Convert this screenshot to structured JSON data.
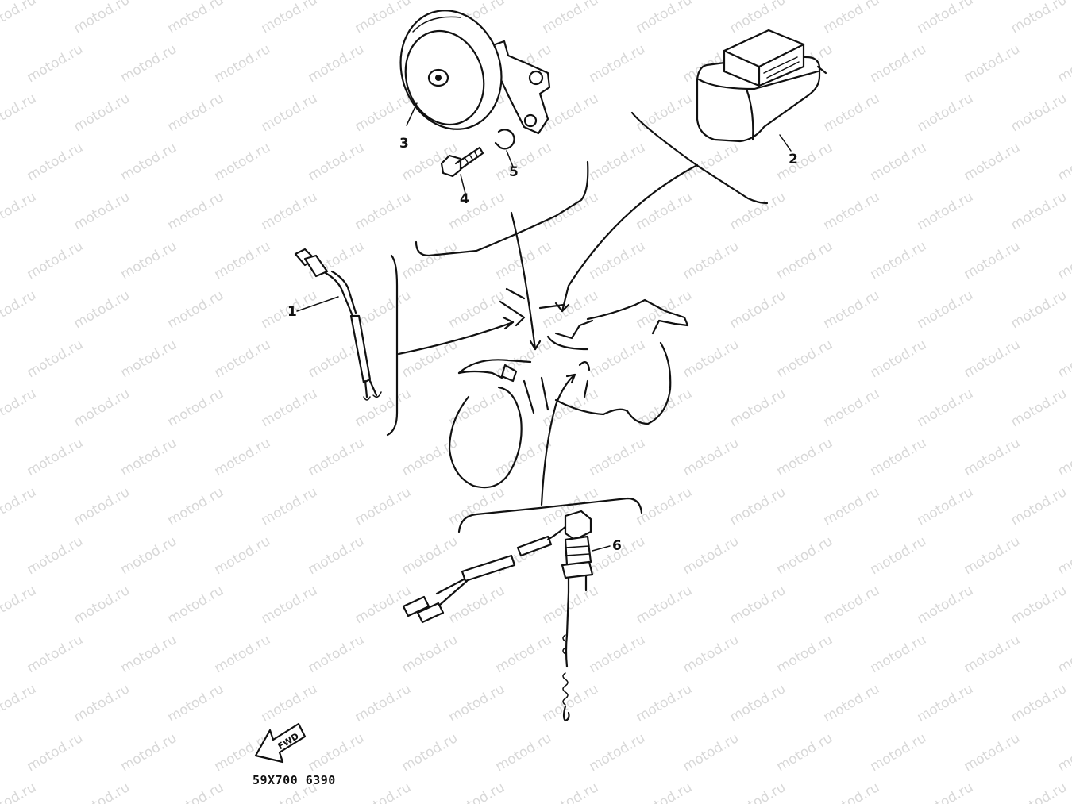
{
  "watermark": "motod.ru",
  "callouts": {
    "p1": "1",
    "p2": "2",
    "p3": "3",
    "p4": "4",
    "p5": "5",
    "p6": "6"
  },
  "forward_label": "FWD",
  "diagram_code": "59X700 6390",
  "colors": {
    "ink": "#111111",
    "watermark": "#d8d8d8",
    "background": "#ffffff"
  }
}
